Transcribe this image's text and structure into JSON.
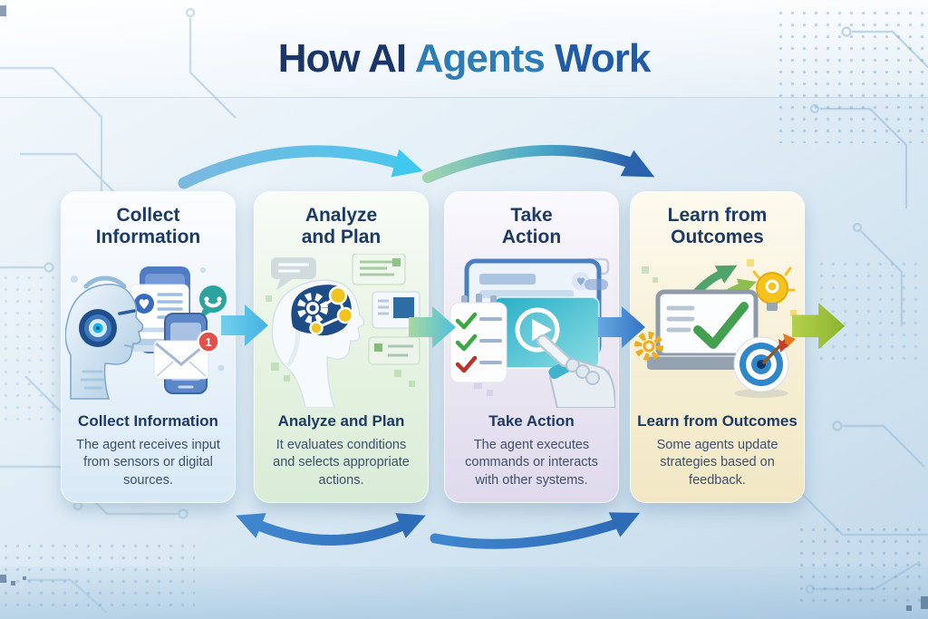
{
  "header": {
    "title_part1": "How AI",
    "title_part2": " Agents",
    "title_part3": " Work"
  },
  "colors": {
    "heading_navy": "#1c3a66",
    "title_navy": "#1a3569",
    "title_steel_blue": "#2e7cb5",
    "title_mid_blue": "#215ba6",
    "body_text": "#3e4f6b",
    "arrow_cyan": "#41b2e2",
    "arrow_blue": "#3373c5",
    "arrow_green": "#8db32f",
    "badge_red": "#e25048",
    "node_yellow": "#f2c31c",
    "check_green": "#43a04f",
    "teal": "#2ba39e"
  },
  "cards": [
    {
      "heading_line1": "Collect",
      "heading_line2": "Information",
      "label": "Collect Information",
      "description": "The agent receives input from sensors or digital sources.",
      "badge": "1",
      "icons": [
        "robot-head-icon",
        "wifi-icon",
        "browser-heart-icon",
        "phone-bubble-icon",
        "smartphone-icon",
        "envelope-icon",
        "notification-badge"
      ]
    },
    {
      "heading_line1": "Analyze",
      "heading_line2": "and Plan",
      "label": "Analyze and Plan",
      "description": "It evaluates conditions and selects appropriate actions.",
      "icons": [
        "head-silhouette-icon",
        "brain-icon",
        "gear-icon",
        "network-nodes-icon",
        "document-icon",
        "monitor-icon",
        "speech-bubble-icon"
      ]
    },
    {
      "heading_line1": "Take",
      "heading_line2": "Action",
      "label": "Take Action",
      "description": "The agent executes commands or interacts with other systems.",
      "icons": [
        "screen-icon",
        "play-button-icon",
        "checklist-icon",
        "robot-hand-icon"
      ]
    },
    {
      "heading_line1": "Learn from",
      "heading_line2": "Outcomes",
      "label": "Learn from Outcomes",
      "description": "Some agents update strategies based on feedback.",
      "icons": [
        "laptop-icon",
        "checkmark-icon",
        "growth-arrows-icon",
        "lightbulb-icon",
        "gear-icon",
        "target-dart-icon"
      ]
    }
  ]
}
